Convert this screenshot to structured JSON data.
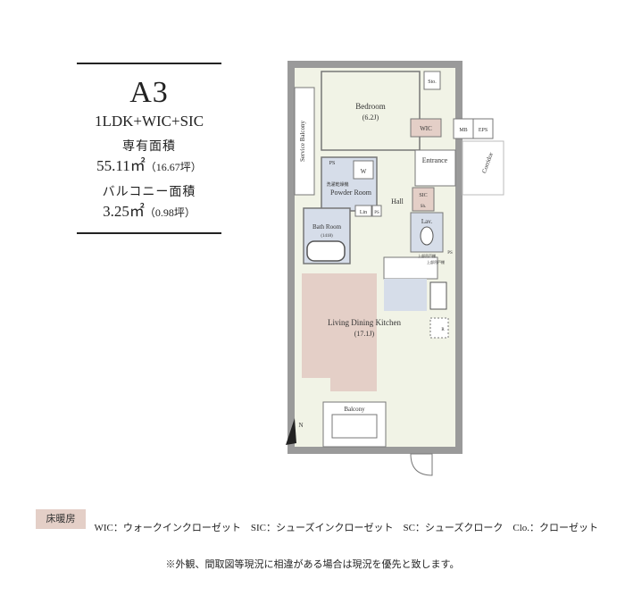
{
  "unit": {
    "name": "A3",
    "type": "1LDK+WIC+SIC",
    "exclusive_area_label": "専有面積",
    "exclusive_area_m2": "55.11㎡",
    "exclusive_area_tsubo": "（16.67坪）",
    "balcony_area_label": "バルコニー面積",
    "balcony_area_m2": "3.25㎡",
    "balcony_area_tsubo": "（0.98坪）"
  },
  "plan": {
    "rooms": {
      "bedroom": "Bedroom",
      "bedroom_size": "(6.2J)",
      "service_balcony": "Service Balcony",
      "sto": "Sto.",
      "wic": "WIC",
      "mb": "MB",
      "eps": "EPS",
      "entrance": "Entrance",
      "corridor": "Corridor",
      "ps_top": "PS",
      "w": "W",
      "dryer": "洗濯乾燥機",
      "powder_room": "Powder Room",
      "lin": "Lin",
      "ps_mid": "PS",
      "hall": "Hall",
      "sic": "SIC",
      "sh": "Sh.",
      "bath_room": "Bath Room",
      "bath_size": "(1418)",
      "lav": "Lav.",
      "ps_right": "PS",
      "cabinet_top": "上部吊戸棚",
      "cabinet_kitchen": "上部吊戸棚",
      "r": "R",
      "ldk": "Living Dining Kitchen",
      "ldk_size": "(17.1J)",
      "balcony": "Balcony",
      "north": "N"
    }
  },
  "legend": {
    "floor_heating": "床暖房",
    "abbreviations": "WIC：ウォークインクローゼット　SIC：シューズインクローゼット　SC：シューズクローク　Clo.：クローゼット"
  },
  "note": "※外観、間取図等現況に相違がある場合は現況を優先と致します。",
  "colors": {
    "floor_heating": "#e4cfc7",
    "wet_area": "#d6dde9",
    "wall": "#9a9a9a",
    "floor": "#f1f3e6"
  }
}
